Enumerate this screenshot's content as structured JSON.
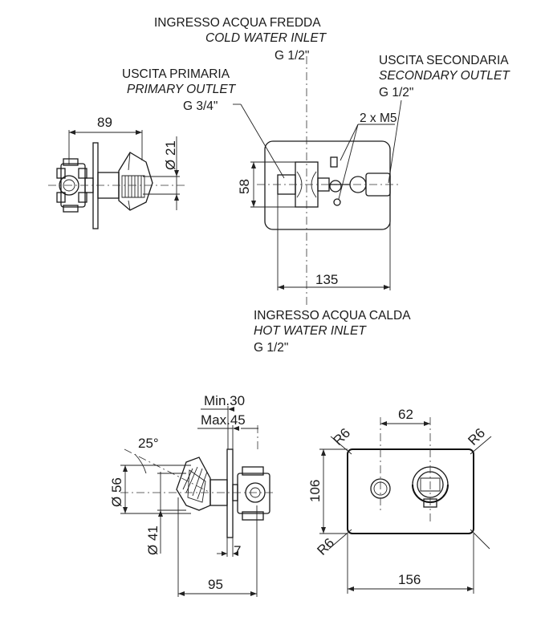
{
  "labels": {
    "cold_it": "INGRESSO ACQUA FREDDA",
    "cold_en": "COLD WATER INLET",
    "cold_size": "G 1/2\"",
    "primary_it": "USCITA PRIMARIA",
    "primary_en": "PRIMARY OUTLET",
    "primary_size": "G 3/4\"",
    "secondary_it": "USCITA SECONDARIA",
    "secondary_en": "SECONDARY OUTLET",
    "secondary_size": "G 1/2\"",
    "screws": "2 x M5",
    "hot_it": "INGRESSO ACQUA CALDA",
    "hot_en": "HOT WATER INLET",
    "hot_size": "G 1/2\""
  },
  "dimensions": {
    "side_depth": "89",
    "side_diameter": "Ø 21",
    "body_height": "58",
    "body_width": "135",
    "min_depth": "Min.30",
    "max_depth": "Max.45",
    "angle": "25°",
    "diameter_56": "Ø 56",
    "diameter_41": "Ø 41",
    "plate_thickness": "7",
    "total_depth": "95",
    "hole_spacing": "62",
    "plate_height": "106",
    "plate_width": "156",
    "radius_tl": "R6",
    "radius_tr": "R6",
    "radius_bl": "R6"
  }
}
